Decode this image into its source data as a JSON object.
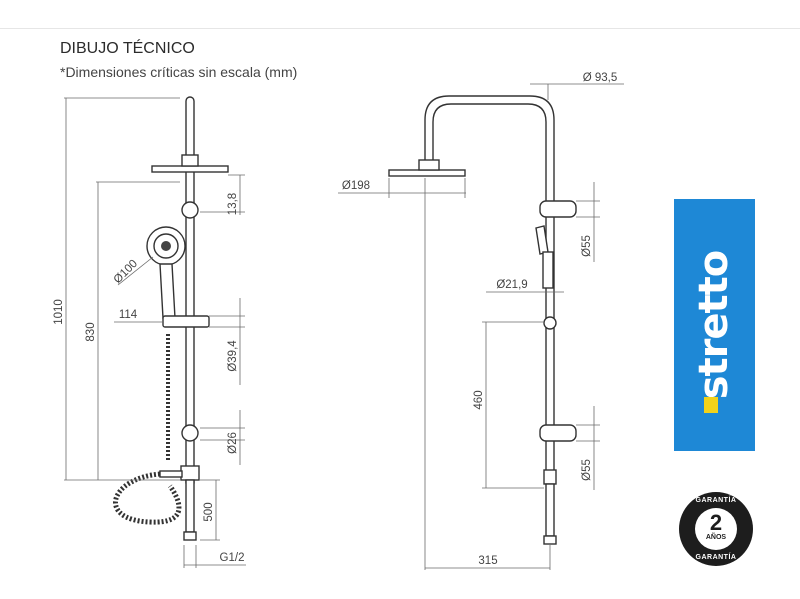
{
  "header": {
    "title": "DIBUJO TÉCNICO",
    "subtitle": "*Dimensiones críticas sin escala (mm)"
  },
  "left_view": {
    "height_total": "1010",
    "height_bar": "830",
    "head_offset": "13,8",
    "hand_diameter": "Ø100",
    "holder_offset": "114",
    "holder_height": "Ø39,4",
    "bracket_diameter": "Ø26",
    "inlet_height": "500",
    "thread": "G1/2"
  },
  "right_view": {
    "arm_diameter": "Ø 93,5",
    "head_diameter": "Ø198",
    "bracket_top": "Ø55",
    "pipe_diameter": "Ø21,9",
    "spacing": "460",
    "bracket_bottom": "Ø55",
    "reach": "315"
  },
  "brand": {
    "name": "stretto",
    "color": "#1e88d6",
    "mark_color": "#f2d21a"
  },
  "warranty": {
    "top": "GARANTÍA",
    "years": "2",
    "unit": "AÑOS",
    "bottom": "GARANTÍA"
  }
}
